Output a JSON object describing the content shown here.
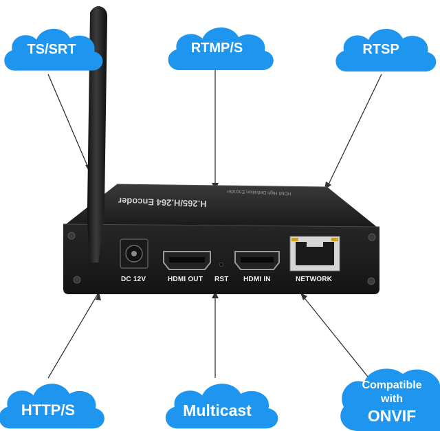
{
  "clouds": {
    "ts_srt": "TS/SRT",
    "rtmp_s": "RTMP/S",
    "rtsp": "RTSP",
    "http_s": "HTTP/S",
    "multicast": "Multicast",
    "onvif_line1": "Compatible",
    "onvif_line2": "with",
    "onvif_line3": "ONVIF"
  },
  "device": {
    "lid_title": "H.265/H.264 Encoder",
    "lid_subtitle": "HDMI High Definition Encoder",
    "ports": {
      "dc": "DC 12V",
      "hdmi_out": "HDMI OUT",
      "rst": "RST",
      "hdmi_in": "HDMI IN",
      "network": "NETWORK"
    }
  },
  "colors": {
    "cloud": "#1e96f0",
    "device_body": "#1c1c1c",
    "leader_line": "#333333"
  }
}
